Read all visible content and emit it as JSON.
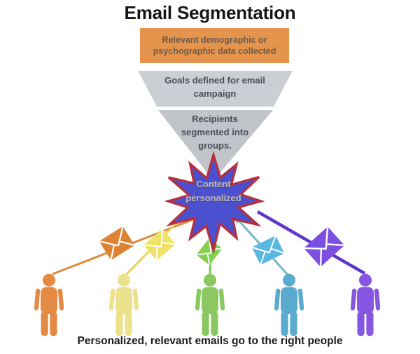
{
  "title": "Email Segmentation",
  "caption": "Personalized, relevant emails go to the right people",
  "funnel": {
    "stage1_label": "Relevant demographic or psychographic data collected",
    "stage2_label": "Goals defined for email campaign",
    "stage3_label": "Recipients segmented into groups."
  },
  "star_label": "Content personalized",
  "colors": {
    "background": "#ffffff",
    "title_text": "#151515",
    "caption_text": "#1a1a1a",
    "stage1_fill": "#e5944e",
    "stage1_text": "#6e5b49",
    "stage2_fill": "#cbcfd4",
    "stage3_fill": "#c1c5ca",
    "funnel_text": "#4b4e56",
    "star_fill": "#4a50ce",
    "star_border": "#b5303f",
    "star_text": "#c6bdb4"
  },
  "recipients": [
    {
      "segment": "orange",
      "person_color": "#e38b44",
      "envelope_color": "#dd8334",
      "line_color": "#dd8c3e"
    },
    {
      "segment": "yellow",
      "person_color": "#ece28c",
      "envelope_color": "#efe367",
      "line_color": "#e8d35c"
    },
    {
      "segment": "green",
      "person_color": "#8bc862",
      "envelope_color": "#84cf52",
      "line_color": "#7cc455"
    },
    {
      "segment": "blue",
      "person_color": "#5aabcd",
      "envelope_color": "#58b8e2",
      "line_color": "#74b5cf"
    },
    {
      "segment": "purple",
      "person_color": "#8655e2",
      "envelope_color": "#7b4fdf",
      "line_color": "#5b36c9"
    }
  ]
}
